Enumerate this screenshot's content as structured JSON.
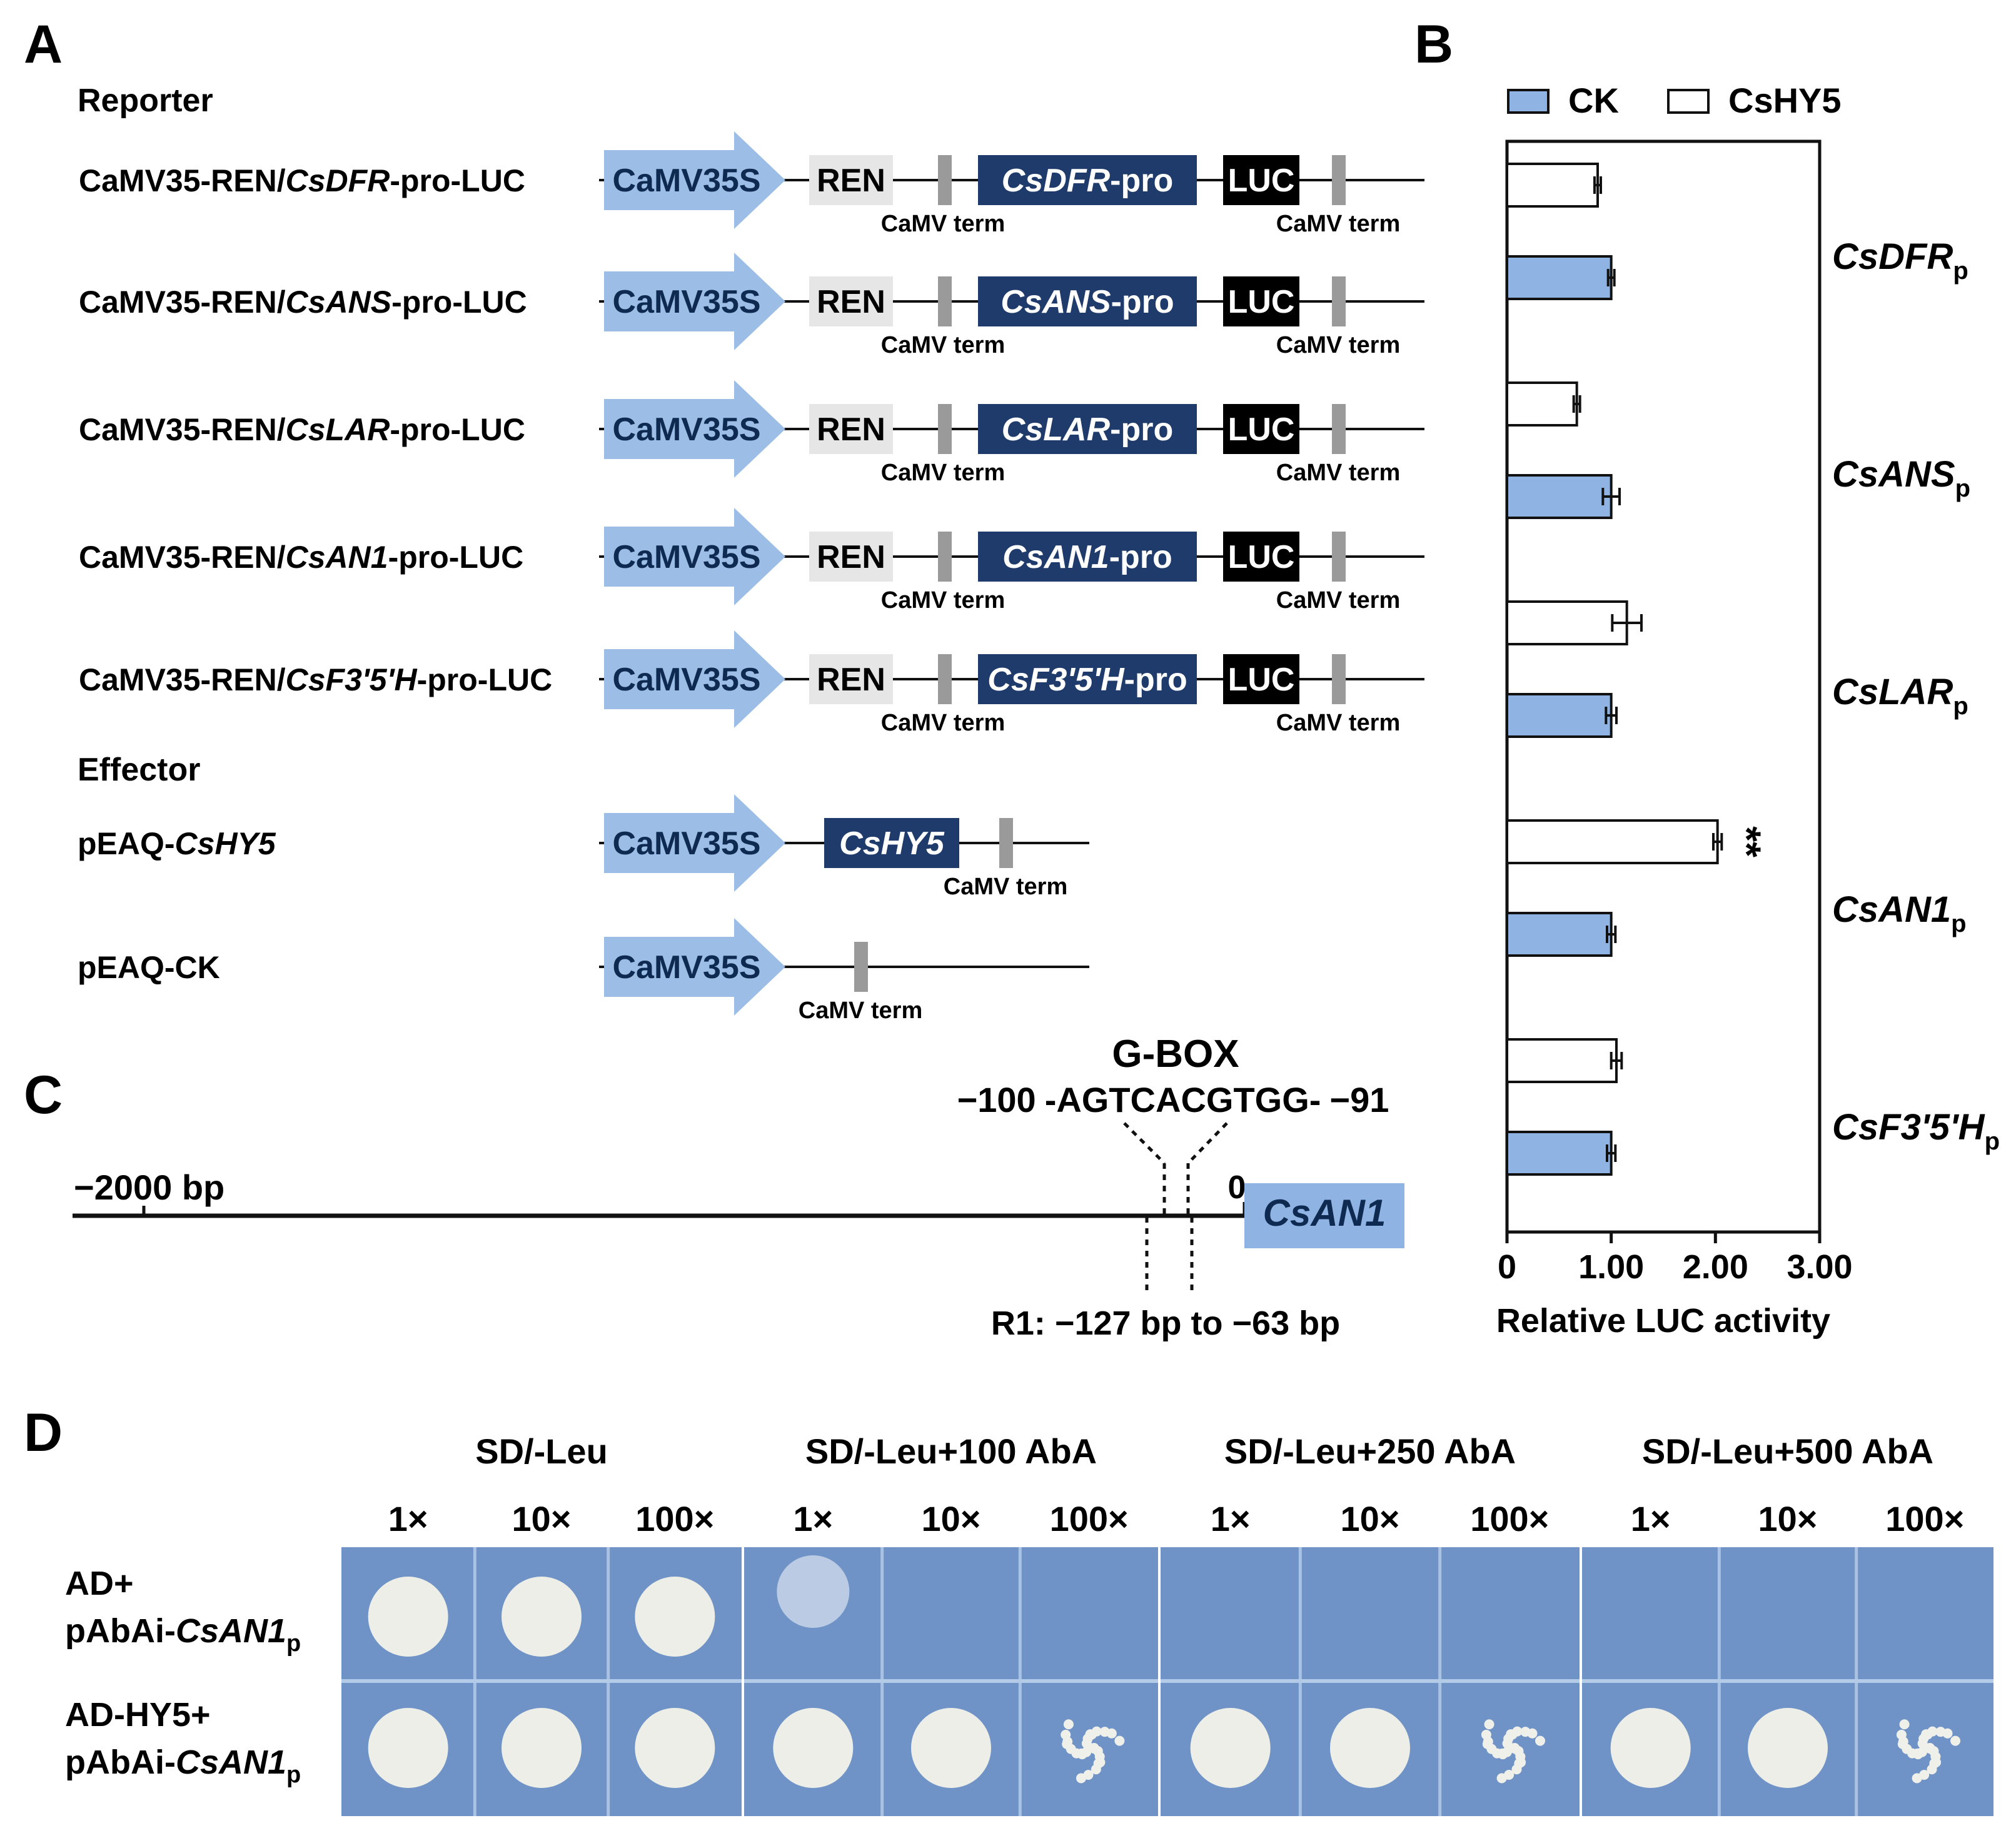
{
  "panels": {
    "A": "A",
    "B": "B",
    "C": "C",
    "D": "D"
  },
  "panel_a": {
    "reporter_title": "Reporter",
    "effector_title": "Effector",
    "cassette": {
      "promoter": "CaMV35S",
      "ren": "REN",
      "luc": "LUC",
      "term": "CaMV term"
    },
    "reporters": [
      {
        "pre": "CaMV35-REN/",
        "gene": "CsDFR",
        "post": "-pro-LUC",
        "box_gene": "CsDFR",
        "box_suffix": "-pro"
      },
      {
        "pre": "CaMV35-REN/",
        "gene": "CsANS",
        "post": "-pro-LUC",
        "box_gene": "CsANS",
        "box_suffix": "-pro"
      },
      {
        "pre": "CaMV35-REN/",
        "gene": "CsLAR",
        "post": "-pro-LUC",
        "box_gene": "CsLAR",
        "box_suffix": "-pro"
      },
      {
        "pre": "CaMV35-REN/",
        "gene": "CsAN1",
        "post": "-pro-LUC",
        "box_gene": "CsAN1",
        "box_suffix": "-pro"
      },
      {
        "pre": "CaMV35-REN/",
        "gene": "CsF3'5'H",
        "post": "-pro-LUC",
        "box_gene": "CsF3'5'H",
        "box_suffix": "-pro"
      }
    ],
    "effectors": [
      {
        "pre": "pEAQ-",
        "gene": "CsHY5",
        "box": "CsHY5"
      },
      {
        "pre": "pEAQ-CK",
        "gene": "",
        "box": ""
      }
    ]
  },
  "panel_c": {
    "motif_title": "G-BOX",
    "motif_start": "−100",
    "motif_seq": "-AGTCACGTGG-",
    "motif_end": "−91",
    "left_label": "−2000 bp",
    "zero_label": "0",
    "gene": "CsAN1",
    "region_label": "R1: −127 bp to −63 bp"
  },
  "panel_d": {
    "conditions": [
      "SD/-Leu",
      "SD/-Leu+100 AbA",
      "SD/-Leu+250 AbA",
      "SD/-Leu+500 AbA"
    ],
    "dilutions": [
      "1×",
      "10×",
      "100×"
    ],
    "rows": [
      {
        "line1": "AD+",
        "line2_pre": "pAbAi-",
        "line2_gene": "CsAN1",
        "line2_sub": "p",
        "growth": [
          [
            3,
            3,
            3
          ],
          [
            1,
            0,
            0
          ],
          [
            0,
            0,
            0
          ],
          [
            0,
            0,
            0
          ]
        ]
      },
      {
        "line1": "AD-HY5+",
        "line2_pre": "pAbAi-",
        "line2_gene": "CsAN1",
        "line2_sub": "p",
        "growth": [
          [
            3,
            3,
            3
          ],
          [
            3,
            3,
            2
          ],
          [
            3,
            3,
            2
          ],
          [
            3,
            3,
            2
          ]
        ]
      }
    ]
  },
  "chart_data": {
    "type": "bar",
    "orientation": "horizontal",
    "legend": {
      "placement": "top",
      "entries": [
        "CK",
        "CsHY5"
      ]
    },
    "xlabel": "Relative LUC activity",
    "xlim": [
      0,
      3.0
    ],
    "xticks": [
      "0",
      "1.00",
      "2.00",
      "3.00"
    ],
    "categories": [
      {
        "gene": "CsDFR",
        "sub": "p"
      },
      {
        "gene": "CsANS",
        "sub": "p"
      },
      {
        "gene": "CsLAR",
        "sub": "p"
      },
      {
        "gene": "CsAN1",
        "sub": "p"
      },
      {
        "gene": "CsF3'5'H",
        "sub": "p"
      }
    ],
    "series": [
      {
        "name": "CsHY5",
        "color": "#ffffff",
        "values": [
          0.87,
          0.67,
          1.15,
          2.02,
          1.05
        ],
        "errors": [
          0.03,
          0.03,
          0.14,
          0.04,
          0.05
        ]
      },
      {
        "name": "CK",
        "color": "#8fb4e3",
        "values": [
          1.0,
          1.0,
          1.0,
          1.0,
          1.0
        ],
        "errors": [
          0.03,
          0.08,
          0.05,
          0.04,
          0.04
        ]
      }
    ],
    "annotations": [
      {
        "category": "CsAN1",
        "series": "CsHY5",
        "text": "**"
      }
    ]
  }
}
